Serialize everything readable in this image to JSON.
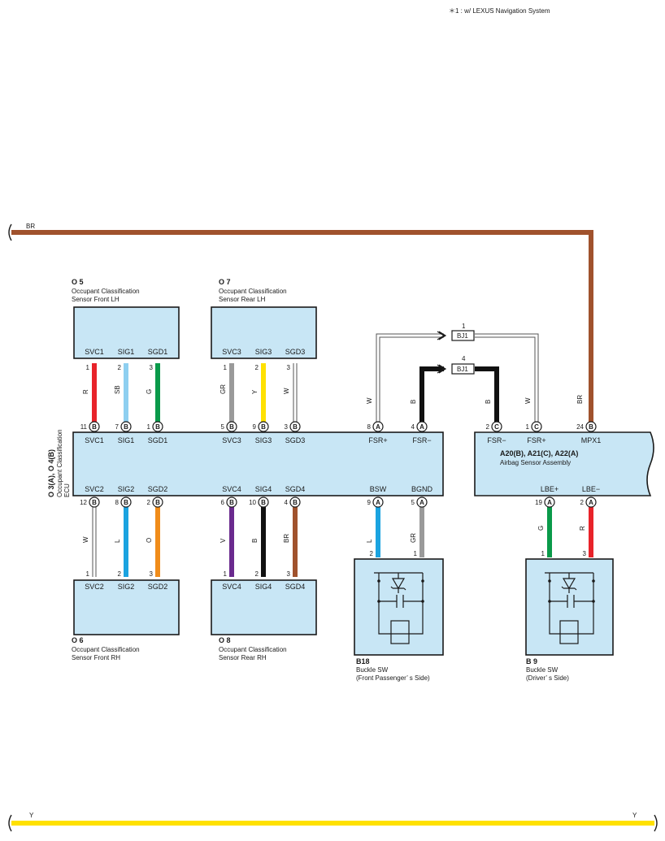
{
  "note": "＊1 : w/ LEXUS Navigation System",
  "colors": {
    "box_fill": "#c8e6f5",
    "wire_R": "#e8232a",
    "wire_SB": "#8ecff0",
    "wire_G": "#0a9a4a",
    "wire_GR": "#9a9a9a",
    "wire_Y": "#ffe100",
    "wire_W": "#ffffff",
    "wire_L": "#1ba3e0",
    "wire_O": "#f08c1a",
    "wire_V": "#6a2a8e",
    "wire_B": "#111111",
    "wire_BR": "#a0522d"
  },
  "wires": {
    "br_top_label": "BR",
    "y_bottom_label_left": "Y",
    "y_bottom_label_right": "Y",
    "bj1_top": "BJ1",
    "bj1_top_num": "1",
    "bj1_bottom": "BJ1",
    "bj1_bottom_num": "4"
  },
  "ecu": {
    "side_code": "O 3(A), O 4(B)",
    "side_name1": "Occupant Classification",
    "side_name2": "ECU",
    "top_pins": [
      {
        "num": "11",
        "conn": "B",
        "label": "SVC1",
        "color": "R"
      },
      {
        "num": "7",
        "conn": "B",
        "label": "SIG1",
        "color": "SB"
      },
      {
        "num": "1",
        "conn": "B",
        "label": "SGD1",
        "color": "G"
      },
      {
        "num": "5",
        "conn": "B",
        "label": "SVC3",
        "color": "GR"
      },
      {
        "num": "9",
        "conn": "B",
        "label": "SIG3",
        "color": "Y"
      },
      {
        "num": "3",
        "conn": "B",
        "label": "SGD3",
        "color": "W"
      },
      {
        "num": "8",
        "conn": "A",
        "label": "FSR+",
        "color": "W"
      },
      {
        "num": "4",
        "conn": "A",
        "label": "FSR−",
        "color": "B"
      }
    ],
    "bottom_pins": [
      {
        "num": "12",
        "conn": "B",
        "label": "SVC2",
        "color": "W"
      },
      {
        "num": "8",
        "conn": "B",
        "label": "SIG2",
        "color": "L"
      },
      {
        "num": "2",
        "conn": "B",
        "label": "SGD2",
        "color": "O"
      },
      {
        "num": "6",
        "conn": "B",
        "label": "SVC4",
        "color": "V"
      },
      {
        "num": "10",
        "conn": "B",
        "label": "SIG4",
        "color": "B"
      },
      {
        "num": "4",
        "conn": "B",
        "label": "SGD4",
        "color": "BR"
      },
      {
        "num": "9",
        "conn": "A",
        "label": "BSW",
        "color": "L"
      },
      {
        "num": "5",
        "conn": "A",
        "label": "BGND",
        "color": "GR"
      }
    ]
  },
  "airbag": {
    "code": "A20(B), A21(C), A22(A)",
    "name": "Airbag Sensor Assembly",
    "top_pins": [
      {
        "num": "2",
        "conn": "C",
        "label": "FSR−",
        "color": "B"
      },
      {
        "num": "1",
        "conn": "C",
        "label": "FSR+",
        "color": "W"
      },
      {
        "num": "24",
        "conn": "B",
        "label": "MPX1",
        "color": "BR"
      }
    ],
    "bottom_pins": [
      {
        "num": "19",
        "conn": "A",
        "label": "LBE+",
        "color": "G"
      },
      {
        "num": "2",
        "conn": "A",
        "label": "LBE−",
        "color": "R"
      }
    ]
  },
  "sensors": {
    "o5": {
      "code": "O 5",
      "name1": "Occupant Classification",
      "name2": "Sensor Front LH",
      "pins": [
        {
          "num": "1",
          "label": "SVC1"
        },
        {
          "num": "2",
          "label": "SIG1"
        },
        {
          "num": "3",
          "label": "SGD1"
        }
      ]
    },
    "o7": {
      "code": "O 7",
      "name1": "Occupant Classification",
      "name2": "Sensor Rear LH",
      "pins": [
        {
          "num": "1",
          "label": "SVC3"
        },
        {
          "num": "2",
          "label": "SIG3"
        },
        {
          "num": "3",
          "label": "SGD3"
        }
      ]
    },
    "o6": {
      "code": "O 6",
      "name1": "Occupant Classification",
      "name2": "Sensor Front RH",
      "pins": [
        {
          "num": "1",
          "label": "SVC2"
        },
        {
          "num": "2",
          "label": "SIG2"
        },
        {
          "num": "3",
          "label": "SGD2"
        }
      ]
    },
    "o8": {
      "code": "O 8",
      "name1": "Occupant Classification",
      "name2": "Sensor Rear RH",
      "pins": [
        {
          "num": "1",
          "label": "SVC4"
        },
        {
          "num": "2",
          "label": "SIG4"
        },
        {
          "num": "3",
          "label": "SGD4"
        }
      ]
    }
  },
  "buckles": {
    "b18": {
      "code": "B18",
      "name1": "Buckle SW",
      "name2": "(Front Passenger’ s Side)",
      "pins": [
        {
          "num": "2"
        },
        {
          "num": "1"
        }
      ]
    },
    "b9": {
      "code": "B 9",
      "name1": "Buckle SW",
      "name2": "(Driver’ s Side)",
      "pins": [
        {
          "num": "1"
        },
        {
          "num": "3"
        }
      ]
    }
  }
}
